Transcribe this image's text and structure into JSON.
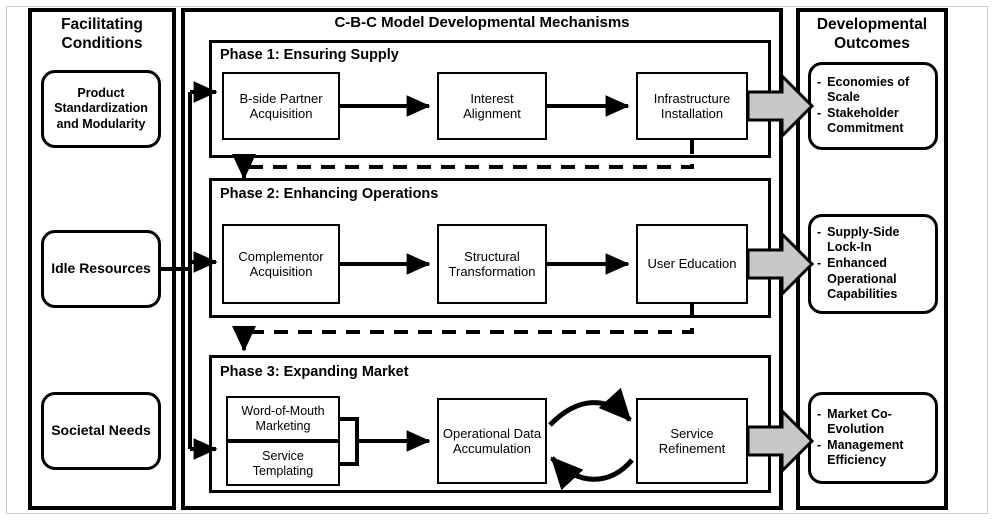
{
  "figure": {
    "columns": {
      "left": {
        "title": "Facilitating\nConditions",
        "title_line1": "Facilitating",
        "title_line2": "Conditions",
        "items": [
          {
            "label": "Product Standardization and Modularity"
          },
          {
            "label": "Idle Resources"
          },
          {
            "label": "Societal Needs"
          }
        ]
      },
      "center": {
        "title": "C-B-C Model Developmental Mechanisms",
        "phases": [
          {
            "title": "Phase 1: Ensuring Supply",
            "steps": [
              {
                "label": "B-side Partner Acquisition"
              },
              {
                "label": "Interest Alignment"
              },
              {
                "label": "Infrastructure Installation"
              }
            ]
          },
          {
            "title": "Phase 2: Enhancing Operations",
            "steps": [
              {
                "label": "Complementor Acquisition"
              },
              {
                "label": "Structural Transformation"
              },
              {
                "label": "User Education"
              }
            ]
          },
          {
            "title": "Phase 3: Expanding Market",
            "steps": [
              {
                "label": "Word-of-Mouth Marketing"
              },
              {
                "label": "Service Templating"
              },
              {
                "label": "Operational Data Accumulation"
              },
              {
                "label": "Service Refinement"
              }
            ]
          }
        ]
      },
      "right": {
        "title_line1": "Developmental",
        "title_line2": "Outcomes",
        "groups": [
          {
            "bullets": [
              "Economies of Scale",
              "Stakeholder Commitment"
            ]
          },
          {
            "bullets": [
              "Supply-Side Lock-In",
              "Enhanced Operational Capabilities"
            ]
          },
          {
            "bullets": [
              "Market Co-Evolution",
              "Management Efficiency"
            ]
          }
        ],
        "bullet_marker": "-"
      }
    },
    "connectors": {
      "input_trunk_label": "facilitating-conditions-to-phases",
      "feedback_label": "phase-feedback-dashed",
      "outcome_arrow_label": "phase-to-outcome-block-arrow",
      "iteration_label": "data-refinement-loop"
    },
    "colors": {
      "stroke": "#000000",
      "background": "#ffffff",
      "block_arrow_fill": "#c8c8c8",
      "outer_frame": "#c9c9c9"
    }
  }
}
